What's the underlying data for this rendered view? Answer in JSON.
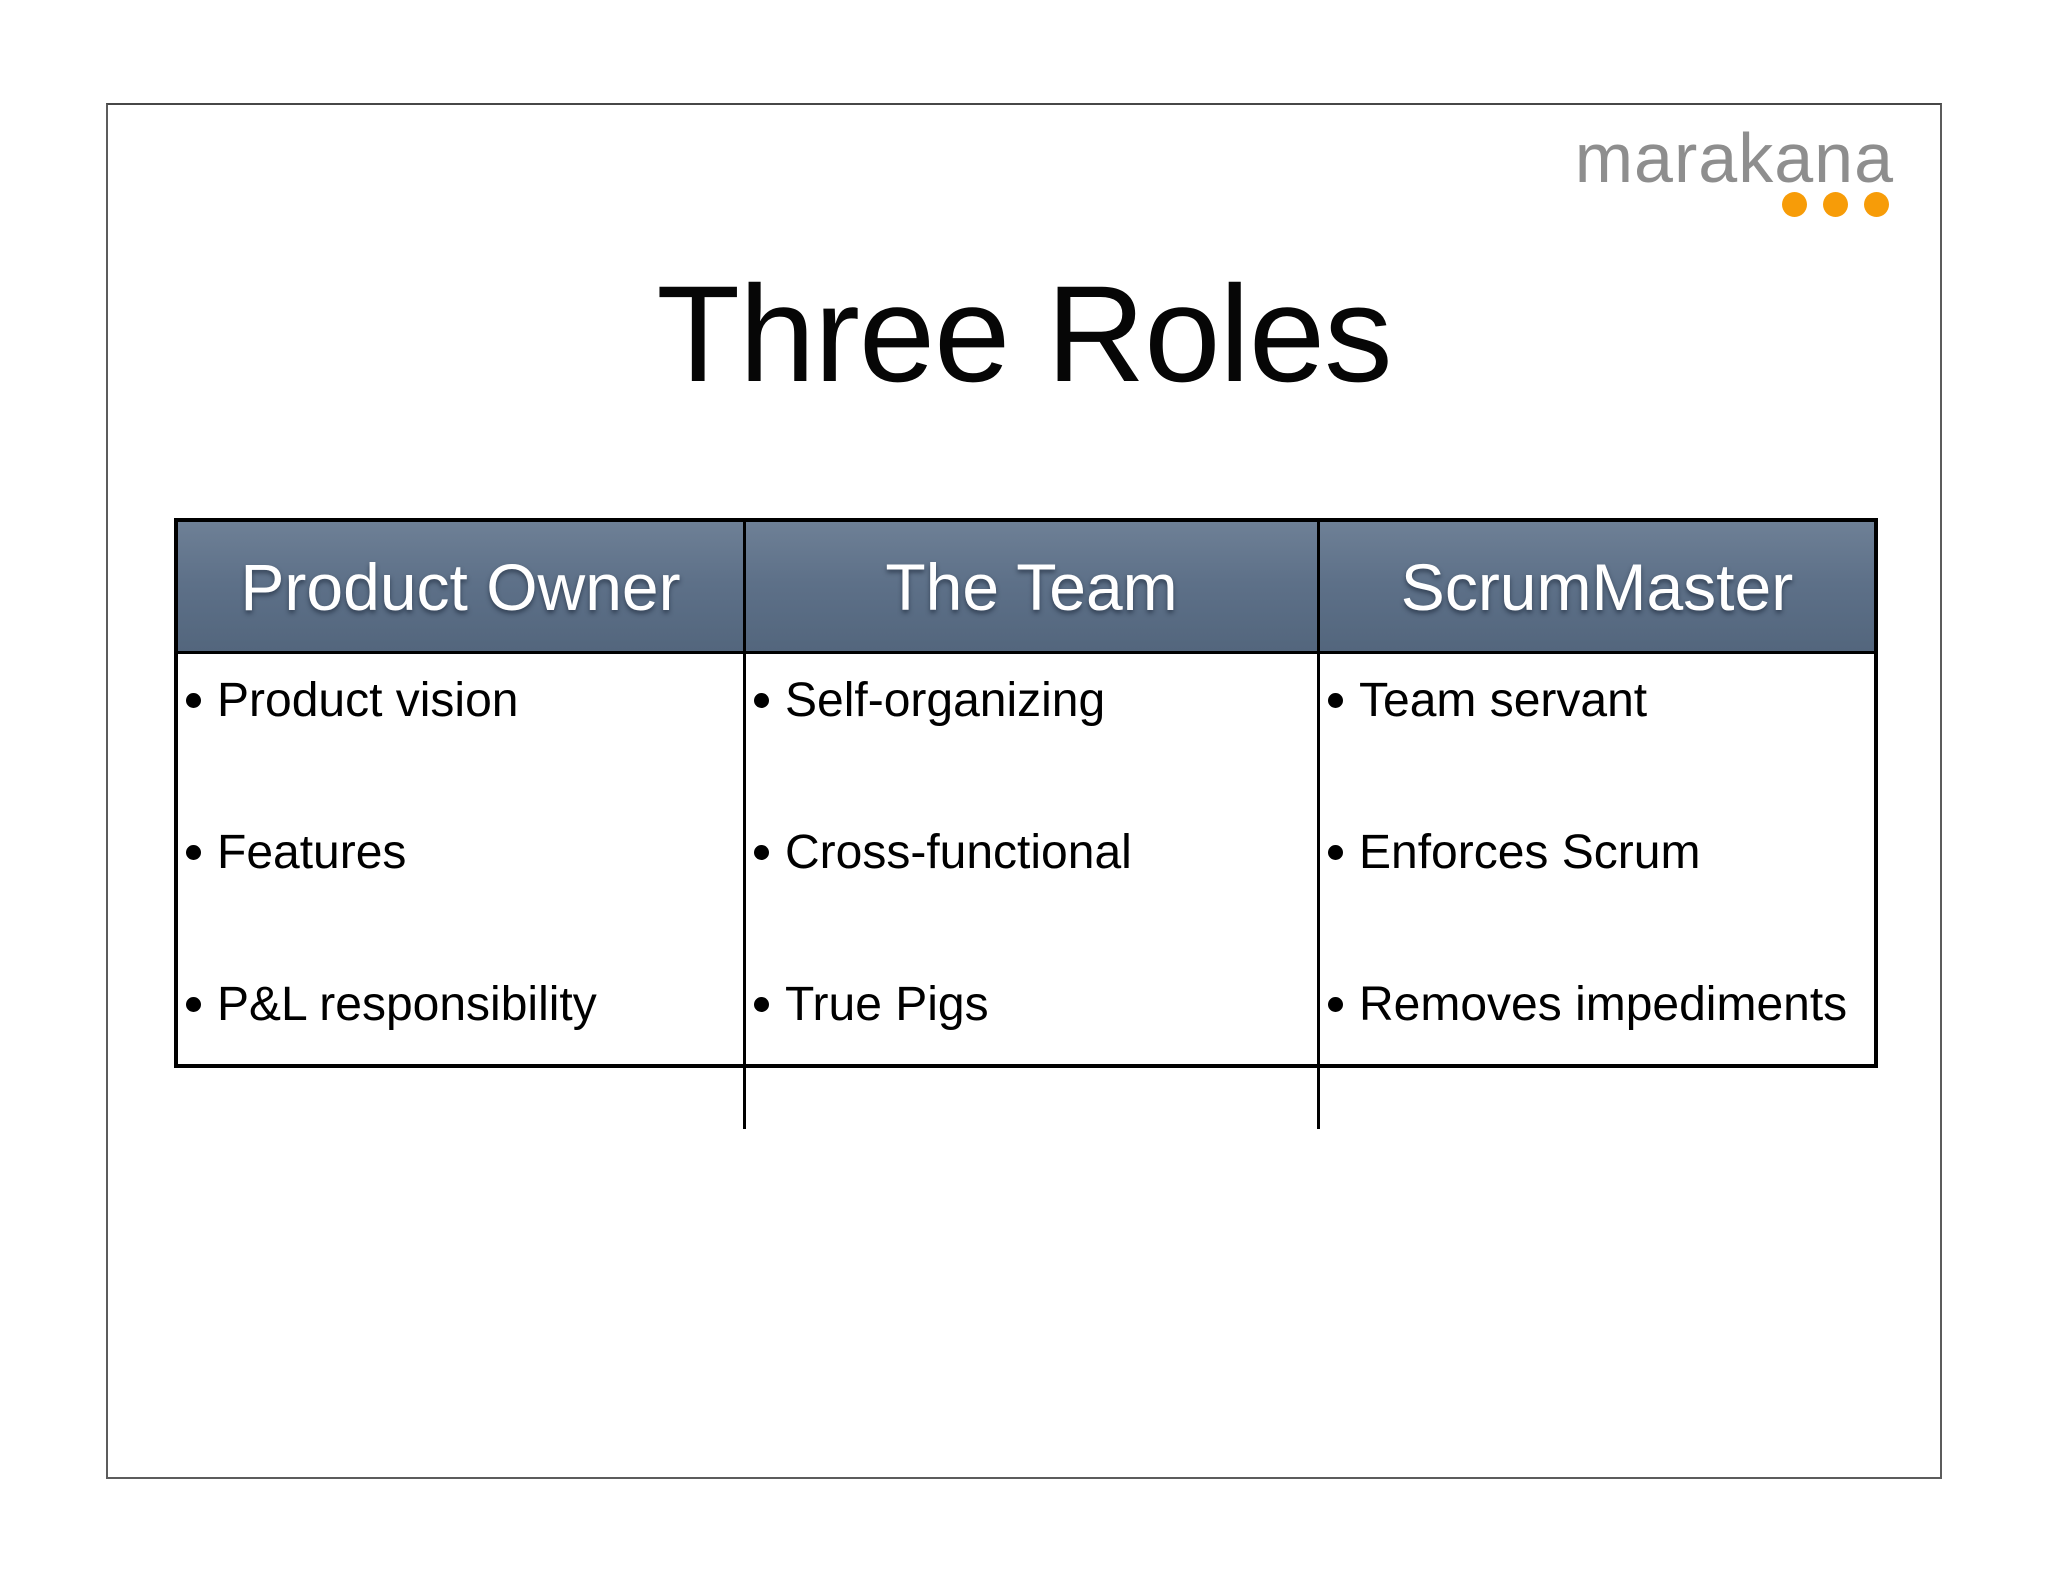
{
  "logo": {
    "text": "marakana",
    "text_color": "#8e8e8e",
    "dot_color": "#f79c08",
    "dot_count": 3
  },
  "slide": {
    "title": "Three Roles"
  },
  "table": {
    "header_bg": "#5d7088",
    "header_text_color": "#ffffff",
    "border_color": "#000000",
    "columns": [
      {
        "header": "Product Owner",
        "items": [
          "Product vision",
          "Features",
          "P&L responsibility"
        ]
      },
      {
        "header": "The Team",
        "items": [
          "Self-organizing",
          "Cross-functional",
          "True Pigs"
        ]
      },
      {
        "header": "ScrumMaster",
        "items": [
          "Team servant",
          "Enforces Scrum",
          "Removes impediments"
        ]
      }
    ]
  }
}
